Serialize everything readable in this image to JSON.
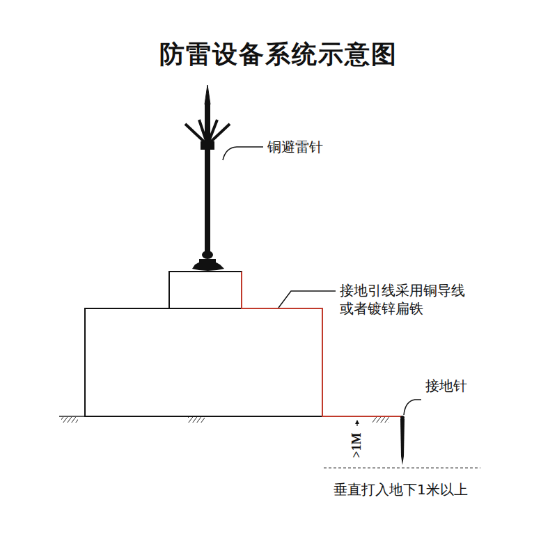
{
  "diagram": {
    "title": "防雷设备系统示意图",
    "labels": [
      "铜避雷针",
      "接地引线采用铜导线 或者镀锌扁铁",
      "接地针",
      ">1M",
      "垂直打入地下1米以上"
    ]
  }
}
